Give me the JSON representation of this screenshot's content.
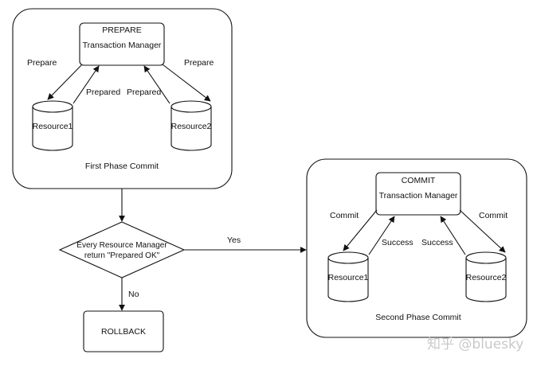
{
  "phase1": {
    "title": "First Phase Commit",
    "tm_header": "PREPARE",
    "tm_label": "Transaction Manager",
    "resource_left": "Resource1",
    "resource_right": "Resource2",
    "arrow_out_left": "Prepare",
    "arrow_out_right": "Prepare",
    "arrow_in_left": "Prepared",
    "arrow_in_right": "Prepared"
  },
  "decision": {
    "line1": "Every Resource Manager",
    "line2": "return \"Prepared OK\"",
    "yes_label": "Yes",
    "no_label": "No"
  },
  "rollback": {
    "label": "ROLLBACK"
  },
  "phase2": {
    "title": "Second Phase Commit",
    "tm_header": "COMMIT",
    "tm_label": "Transaction Manager",
    "resource_left": "Resource1",
    "resource_right": "Resource2",
    "arrow_out_left": "Commit",
    "arrow_out_right": "Commit",
    "arrow_in_left": "Success",
    "arrow_in_right": "Success"
  },
  "watermark": {
    "text": "知乎 @bluesky"
  },
  "colors": {
    "stroke": "#111111",
    "background": "#ffffff",
    "watermark": "#c9c9c9"
  }
}
